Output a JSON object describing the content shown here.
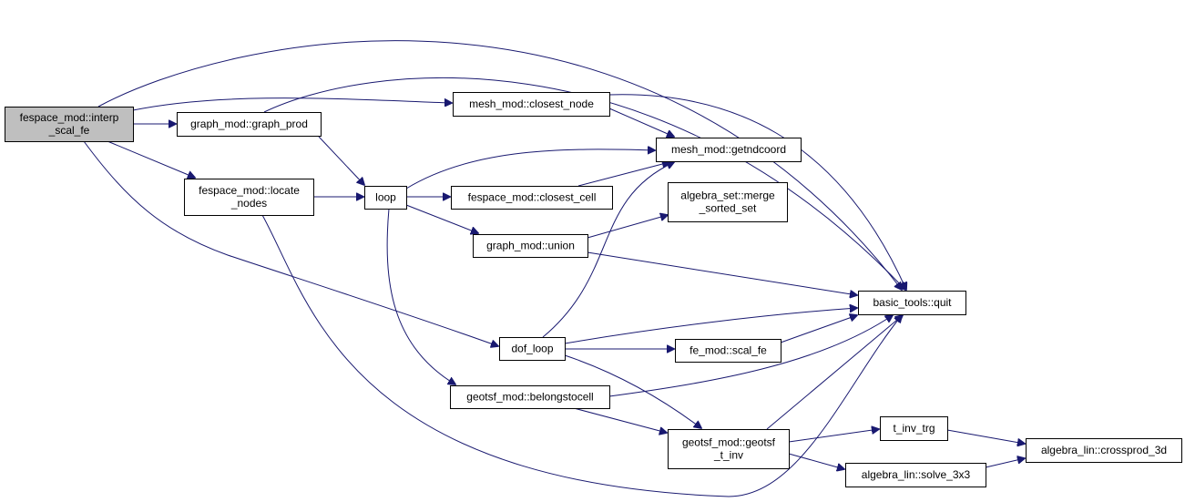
{
  "graph": {
    "colors": {
      "edge": "#191970",
      "node_fill": "#ffffff",
      "root_fill": "#bfbfbf",
      "border": "#000000"
    },
    "nodes": [
      {
        "id": "interp_scal_fe",
        "lines": [
          "fespace_mod::interp",
          "_scal_fe"
        ],
        "root": true
      },
      {
        "id": "graph_prod",
        "lines": [
          "graph_mod::graph_prod"
        ]
      },
      {
        "id": "locate_nodes",
        "lines": [
          "fespace_mod::locate",
          "_nodes"
        ]
      },
      {
        "id": "closest_node",
        "lines": [
          "mesh_mod::closest_node"
        ]
      },
      {
        "id": "loop",
        "lines": [
          "loop"
        ]
      },
      {
        "id": "getndcoord",
        "lines": [
          "mesh_mod::getndcoord"
        ]
      },
      {
        "id": "closest_cell",
        "lines": [
          "fespace_mod::closest_cell"
        ]
      },
      {
        "id": "merge_sorted_set",
        "lines": [
          "algebra_set::merge",
          "_sorted_set"
        ]
      },
      {
        "id": "union",
        "lines": [
          "graph_mod::union"
        ]
      },
      {
        "id": "quit",
        "lines": [
          "basic_tools::quit"
        ]
      },
      {
        "id": "dof_loop",
        "lines": [
          "dof_loop"
        ]
      },
      {
        "id": "scal_fe",
        "lines": [
          "fe_mod::scal_fe"
        ]
      },
      {
        "id": "belongstocell",
        "lines": [
          "geotsf_mod::belongstocell"
        ]
      },
      {
        "id": "geotsf_t_inv",
        "lines": [
          "geotsf_mod::geotsf",
          "_t_inv"
        ]
      },
      {
        "id": "t_inv_trg",
        "lines": [
          "t_inv_trg"
        ]
      },
      {
        "id": "crossprod_3d",
        "lines": [
          "algebra_lin::crossprod_3d"
        ]
      },
      {
        "id": "solve_3x3",
        "lines": [
          "algebra_lin::solve_3x3"
        ]
      }
    ],
    "edges": [
      {
        "from": "interp_scal_fe",
        "to": "quit"
      },
      {
        "from": "interp_scal_fe",
        "to": "closest_node"
      },
      {
        "from": "interp_scal_fe",
        "to": "graph_prod"
      },
      {
        "from": "interp_scal_fe",
        "to": "locate_nodes"
      },
      {
        "from": "interp_scal_fe",
        "to": "dof_loop"
      },
      {
        "from": "graph_prod",
        "to": "quit"
      },
      {
        "from": "graph_prod",
        "to": "loop"
      },
      {
        "from": "closest_node",
        "to": "quit"
      },
      {
        "from": "closest_node",
        "to": "getndcoord"
      },
      {
        "from": "locate_nodes",
        "to": "loop"
      },
      {
        "from": "locate_nodes",
        "to": "quit"
      },
      {
        "from": "loop",
        "to": "getndcoord"
      },
      {
        "from": "loop",
        "to": "closest_cell"
      },
      {
        "from": "loop",
        "to": "union"
      },
      {
        "from": "loop",
        "to": "belongstocell"
      },
      {
        "from": "closest_cell",
        "to": "getndcoord"
      },
      {
        "from": "union",
        "to": "merge_sorted_set"
      },
      {
        "from": "union",
        "to": "quit"
      },
      {
        "from": "dof_loop",
        "to": "getndcoord"
      },
      {
        "from": "dof_loop",
        "to": "quit"
      },
      {
        "from": "dof_loop",
        "to": "scal_fe"
      },
      {
        "from": "dof_loop",
        "to": "geotsf_t_inv"
      },
      {
        "from": "scal_fe",
        "to": "quit"
      },
      {
        "from": "belongstocell",
        "to": "quit"
      },
      {
        "from": "belongstocell",
        "to": "geotsf_t_inv"
      },
      {
        "from": "geotsf_t_inv",
        "to": "quit"
      },
      {
        "from": "geotsf_t_inv",
        "to": "t_inv_trg"
      },
      {
        "from": "geotsf_t_inv",
        "to": "solve_3x3"
      },
      {
        "from": "t_inv_trg",
        "to": "crossprod_3d"
      },
      {
        "from": "solve_3x3",
        "to": "crossprod_3d"
      }
    ]
  }
}
